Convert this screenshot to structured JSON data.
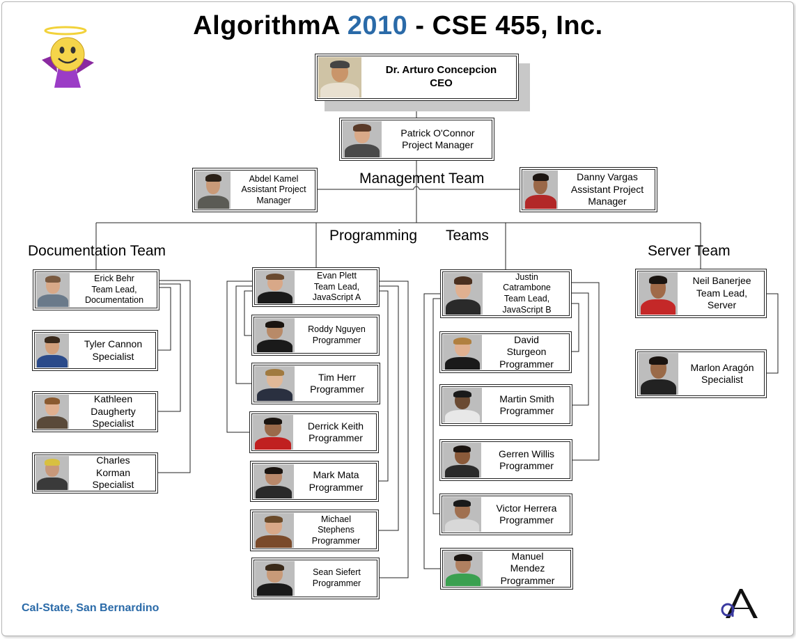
{
  "title": {
    "part1": "AlgorithmA ",
    "year": "2010",
    "part2": " - CSE 455, Inc."
  },
  "sections": {
    "management": "Management Team",
    "programming": "Programming",
    "teams": "Teams",
    "documentation": "Documentation Team",
    "server": "Server Team"
  },
  "people": {
    "ceo": {
      "name": "Dr. Arturo Concepcion",
      "role": "CEO"
    },
    "pm": {
      "name": "Patrick O'Connor",
      "role": "Project Manager"
    },
    "apm1": {
      "name": "Abdel Kamel",
      "role1": "Assistant Project",
      "role2": "Manager"
    },
    "apm2": {
      "name": "Danny Vargas",
      "role1": "Assistant Project",
      "role2": "Manager"
    },
    "doc_lead": {
      "name": "Erick Behr",
      "role1": "Team Lead,",
      "role2": "Documentation"
    },
    "doc1": {
      "name": "Tyler Cannon",
      "role": "Specialist"
    },
    "doc2": {
      "name1": "Kathleen",
      "name2": "Daugherty",
      "role": "Specialist"
    },
    "doc3": {
      "name1": "Charles",
      "name2": "Korman",
      "role": "Specialist"
    },
    "ja_lead": {
      "name": "Evan Plett",
      "role1": "Team Lead,",
      "role2": "JavaScript A"
    },
    "ja1": {
      "name": "Roddy Nguyen",
      "role": "Programmer"
    },
    "ja2": {
      "name": "Tim Herr",
      "role": "Programmer"
    },
    "ja3": {
      "name": "Derrick Keith",
      "role": "Programmer"
    },
    "ja4": {
      "name": "Mark Mata",
      "role": "Programmer"
    },
    "ja5": {
      "name1": "Michael",
      "name2": "Stephens",
      "role": "Programmer"
    },
    "ja6": {
      "name": "Sean Siefert",
      "role": "Programmer"
    },
    "jb_lead": {
      "name1": "Justin",
      "name2": "Catrambone",
      "role1": "Team Lead,",
      "role2": "JavaScript B"
    },
    "jb1": {
      "name1": "David",
      "name2": "Sturgeon",
      "role": "Programmer"
    },
    "jb2": {
      "name": "Martin Smith",
      "role": "Programmer"
    },
    "jb3": {
      "name": "Gerren Willis",
      "role": "Programmer"
    },
    "jb4": {
      "name": "Victor Herrera",
      "role": "Programmer"
    },
    "jb5": {
      "name1": "Manuel",
      "name2": "Mendez",
      "role": "Programmer"
    },
    "srv_lead": {
      "name": "Neil Banerjee",
      "role1": "Team Lead,",
      "role2": "Server"
    },
    "srv1": {
      "name": "Marlon Aragón",
      "role": "Specialist"
    }
  },
  "footer": "Cal-State, San Bernardino",
  "icons": {
    "angel": "angel-smiley-icon",
    "logo": "algorithma-logo-icon"
  },
  "colors": {
    "accent": "#2a6aa8",
    "line": "#222222"
  }
}
